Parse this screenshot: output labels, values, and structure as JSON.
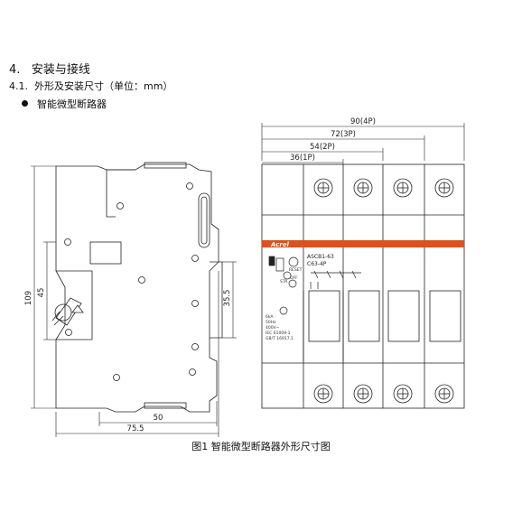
{
  "section": {
    "number": "4.",
    "title": "安装与接线",
    "subsection_number": "4.1.",
    "subsection_title": "外形及安装尺寸（单位：mm）",
    "bullet": "智能微型断路器"
  },
  "side_view": {
    "dim_height_total": "109",
    "dim_height_inner": "45",
    "dim_rail": "35.5",
    "dim_depth_inner": "50",
    "dim_depth_total": "75.5"
  },
  "front_view": {
    "dim_4p": "90(4P)",
    "dim_3p": "72(3P)",
    "dim_2p": "54(2P)",
    "dim_1p": "36(1P)",
    "brand": "Acrel",
    "model_line1": "ASCB1-63",
    "model_line2": "C63-4P",
    "reset_label": "RESET",
    "sta_label": "STA",
    "off_label": "OFF",
    "spec_lines": [
      "6kA",
      "50Hz",
      "400V~",
      "IEC 61009-1",
      "GB/T 16917.1"
    ]
  },
  "caption": "图1 智能微型断路器外形尺寸图",
  "colors": {
    "brand_band": "#d9531e",
    "line": "#222222"
  }
}
